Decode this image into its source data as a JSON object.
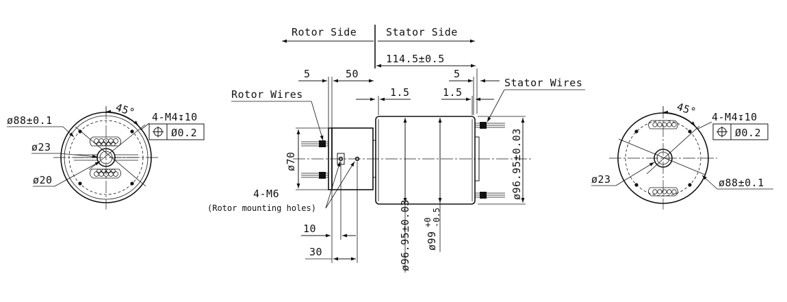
{
  "header": {
    "rotor_side": "Rotor Side",
    "stator_side": "Stator Side"
  },
  "left_view": {
    "dia_88": "ø88±0.1",
    "dia_23": "ø23",
    "dia_20": "ø20",
    "angle": "45°",
    "screw_spec": "4-M4↧10",
    "tol_symbol": "⌖",
    "tol_value": "Ø0.2"
  },
  "right_view": {
    "dia_23": "ø23",
    "dia_88": "ø88±0.1",
    "angle": "45°",
    "screw_spec": "4-M4↧10",
    "tol_symbol": "⌖",
    "tol_value": "Ø0.2"
  },
  "side_view": {
    "overall_length": "114.5±0.5",
    "rotor_gap": "5",
    "rotor_length": "50",
    "stator_gap": "5",
    "left_step": "1.5",
    "right_step": "1.5",
    "rotor_wires": "Rotor Wires",
    "stator_wires": "Stator Wires",
    "dia_70": "ø70",
    "mount_spec": "4-M6",
    "mount_desc": "(Rotor mounting holes)",
    "dim_10": "10",
    "dim_30": "30",
    "dia_body_right": "ø96.95±0.03",
    "dia_body_bottom": "ø96.95±0.03",
    "dia_99_base": "ø99",
    "dia_99_upper": "+0",
    "dia_99_lower": "-0.5"
  },
  "colors": {
    "line": "#111111",
    "background": "#ffffff"
  }
}
